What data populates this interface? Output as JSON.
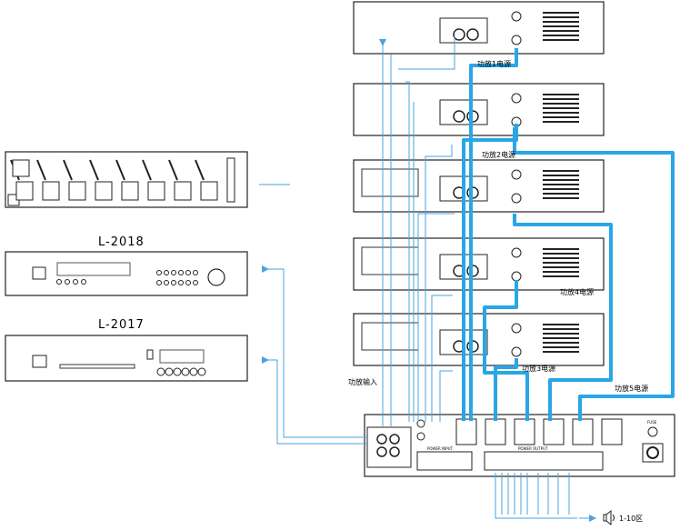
{
  "colors": {
    "wire": "#4aa3df",
    "thick_wire": "#29a6e6",
    "device": "#222222"
  },
  "models": {
    "timer": "L-2018",
    "player": "L-2017"
  },
  "labels": {
    "amp1_power": "功放1电源",
    "amp2_power": "功放2电源",
    "amp3_power": "功放3电源",
    "amp4_power": "功放4电源",
    "amp5_power": "功放5电源",
    "amp_input": "功放输入",
    "zones": "1-10区",
    "power_input": "POWER INPUT",
    "power_output": "POWER OUTPUT",
    "fuse": "FUSE"
  },
  "icons": {
    "speaker": "speaker-icon"
  }
}
